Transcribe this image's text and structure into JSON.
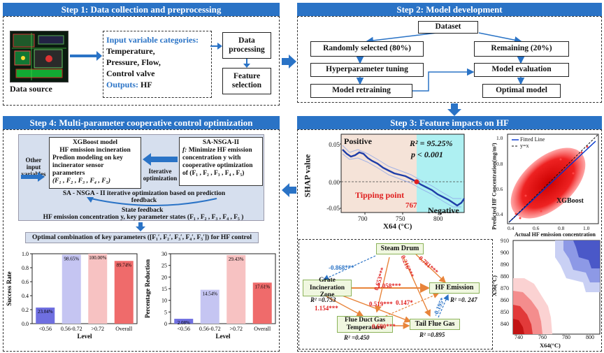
{
  "step1": {
    "title": "Step 1: Data collection and preprocessing",
    "data_source": "Data source",
    "input_heading": "Input variable categories:",
    "inputs": [
      "Temperature,",
      "Pressure, Flow,",
      "Control valve"
    ],
    "outputs_label": "Outputs:",
    "outputs_value": "HF",
    "data_processing": "Data processing",
    "feature_selection": "Feature selection"
  },
  "step2": {
    "title": "Step 2: Model development",
    "dataset": "Dataset",
    "random": "Randomly selected (80%)",
    "remaining": "Remaining (20%)",
    "hyper": "Hyperparameter tuning",
    "eval": "Model evaluation",
    "retrain": "Model retraining",
    "optimal": "Optimal model"
  },
  "step3": {
    "title": "Step 3: Feature impacts on HF",
    "shap": {
      "ylabel": "SHAP value",
      "xlabel": "X64 (°C)",
      "positive": "Positive",
      "negative": "Negative",
      "r2": "R² = 95.25%",
      "p": "p < 0.001",
      "tipping": "Tipping point",
      "tip_value": "767",
      "xticks": [
        "700",
        "750",
        "800"
      ],
      "yticks": [
        "0.05",
        "0.00",
        "-0.05"
      ]
    },
    "scatter": {
      "ylabel": "Predicted HF Concentration(mg/m³)",
      "xlabel": "Actual HF emission concentration",
      "legend_fit": "Fitted Line",
      "legend_yx": "y=x",
      "model": "XGBoost",
      "ticks": [
        "0.4",
        "0.6",
        "0.8",
        "1.0"
      ]
    },
    "contour": {
      "ylabel": "X56(°C)",
      "xlabel": "X64(°C)",
      "yticks": [
        "910",
        "900",
        "890",
        "880",
        "870",
        "860",
        "850",
        "840"
      ],
      "xticks": [
        "740",
        "760",
        "780",
        "800"
      ]
    },
    "path": {
      "steam": "Steam Drum",
      "grate": "Grate Incineration Zone",
      "flue": "Flue Duct Gas Temperature",
      "tail": "Tail Flue Gas",
      "hf": "HF Emission",
      "r_grate": "R² =0.753",
      "r_flue": "R² =0.450",
      "r_tail": "R² =0.895",
      "r_hf": "R² =0. 247",
      "c_sg": "-0.868***",
      "c_sf": "0.653***",
      "c_st": "0.216***",
      "c_sh": "0.781***",
      "c_gh": "1.058***",
      "c_gf": "1.154***",
      "c_gt": "0.519***",
      "c_fh": "0.147*",
      "c_ft": "0.680***",
      "c_th": "-0.195*"
    }
  },
  "step4": {
    "title": "Step 4: Multi-parameter cooperative control optimization",
    "xgb_title": "XGBoost model",
    "xgb_sub": "HF emission incineration",
    "xgb_body": "Predion modeling on key incinerator sensor parameters",
    "xgb_params": "(F₁ , F₂ , F₃ , F₄ , F₅)",
    "other_inputs": "Other input variables",
    "iterative": "Iterative optimization",
    "nsga_title": "SA-NSGA-II",
    "nsga_f": "f:",
    "nsga_body": "Minimize HF emission concentration y with cooperative optimization of (F₁ , F₂ , F₃ , F₄ , F₅)",
    "sa_line": "SA - NSGA - II iterative optimization based on prediction feedback",
    "state_feedback": "State feedback",
    "hf_line": "HF emission concentration y, key parameter states (F₁ , F₂ , F₃ , F₄ , F₅ )",
    "optimal_line": "Optimal combination of key parameters ([F₁′, F₂′, F₃′, F₄′, F₅′]) for HF control"
  },
  "chart_data": [
    {
      "type": "bar",
      "title": "",
      "xlabel": "Level",
      "ylabel": "Success Rate",
      "ylim": [
        0,
        1.0
      ],
      "categories": [
        "<0.56",
        "0.56-0.72",
        ">0.72",
        "Overall"
      ],
      "values": [
        0.2304,
        0.9865,
        1.0,
        0.8975
      ],
      "labels": [
        "23.04%",
        "98.65%",
        "100.00%",
        "89.74%"
      ],
      "colors": [
        "#6f6fe0",
        "#c5c5f2",
        "#f7c2c2",
        "#ef6b6b"
      ],
      "yticks": [
        "0.0",
        "0.2",
        "0.4",
        "0.6",
        "0.8",
        "1.0"
      ]
    },
    {
      "type": "bar",
      "title": "",
      "xlabel": "Level",
      "ylabel": "Percentage Reduction",
      "ylim": [
        0,
        30
      ],
      "categories": [
        "<0.56",
        "0.56-0.72",
        ">0.72",
        "Overall"
      ],
      "values": [
        2.08,
        14.54,
        29.43,
        17.61
      ],
      "labels": [
        "2.08%",
        "14.54%",
        "29.43%",
        "17.61%"
      ],
      "colors": [
        "#6f6fe0",
        "#c5c5f2",
        "#f7c2c2",
        "#ef6b6b"
      ],
      "yticks": [
        "0",
        "5",
        "10",
        "15",
        "20",
        "25",
        "30"
      ]
    }
  ]
}
